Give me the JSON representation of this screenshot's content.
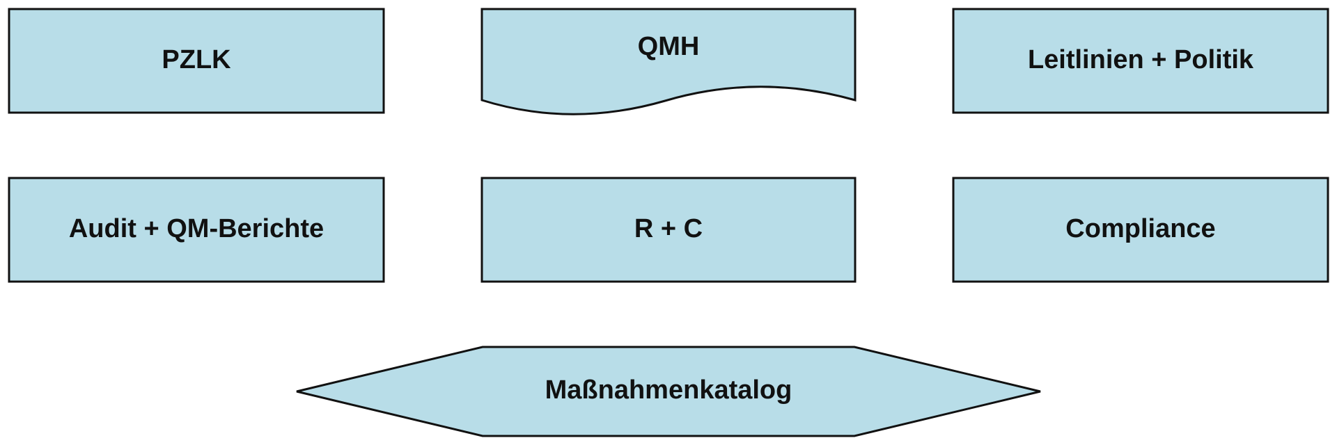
{
  "boxes": {
    "pzlk": "PZLK",
    "qmh": "QMH",
    "leitlinien": "Leitlinien + Politik",
    "audit": "Audit + QM-Berichte",
    "rc": "R + C",
    "compliance": "Compliance",
    "massnahmen": "Maßnahmenkatalog"
  },
  "colors": {
    "fill": "#b8dde8",
    "stroke": "#111111",
    "text": "#111111"
  }
}
